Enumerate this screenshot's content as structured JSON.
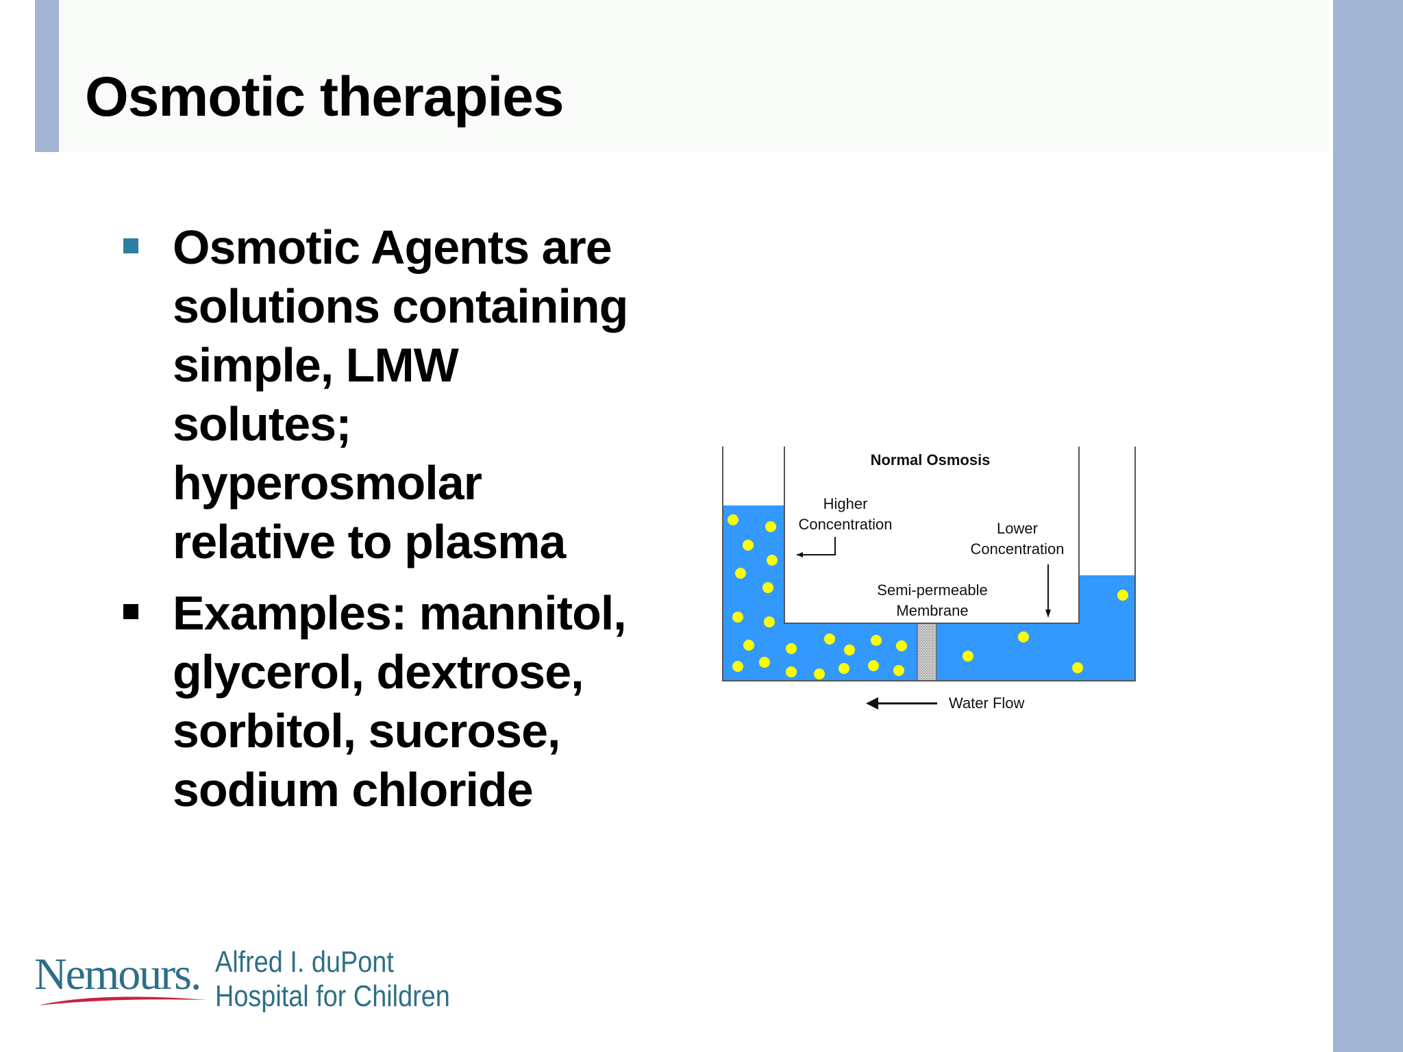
{
  "slide": {
    "title": "Osmotic therapies",
    "bullets": [
      {
        "text": "Osmotic Agents are solutions containing simple, LMW solutes; hyperosmolar relative to plasma",
        "marker_color": "#2e7ea0"
      },
      {
        "text": "Examples: mannitol, glycerol, dextrose, sorbitol, sucrose, sodium chloride",
        "marker_color": "#000000"
      }
    ]
  },
  "diagram": {
    "title": "Normal Osmosis",
    "higher_line1": "Higher",
    "higher_line2": "Concentration",
    "lower_line1": "Lower",
    "lower_line2": "Concentration",
    "membrane_line1": "Semi-permeable",
    "membrane_line2": "Membrane",
    "flow_label": "Water Flow",
    "water_color": "#3399ff",
    "solute_color": "#ffff00"
  },
  "logo": {
    "mark": "Nemours.",
    "name_line1": "Alfred I. duPont",
    "name_line2": "Hospital for Children"
  },
  "colors": {
    "accent_bar": "#a3b5d3",
    "title_band": "#f9fbf9"
  }
}
